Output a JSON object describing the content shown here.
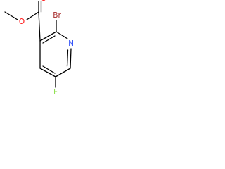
{
  "molecule": {
    "atoms": {
      "O_ether": "O",
      "O_carbonyl": "O",
      "Br": "Br",
      "N": "N",
      "F": "F"
    },
    "colors": {
      "bond": "#000000",
      "O": "#ff0d0d",
      "Br": "#a62929",
      "N": "#3050f8",
      "F": "#90e050"
    }
  }
}
